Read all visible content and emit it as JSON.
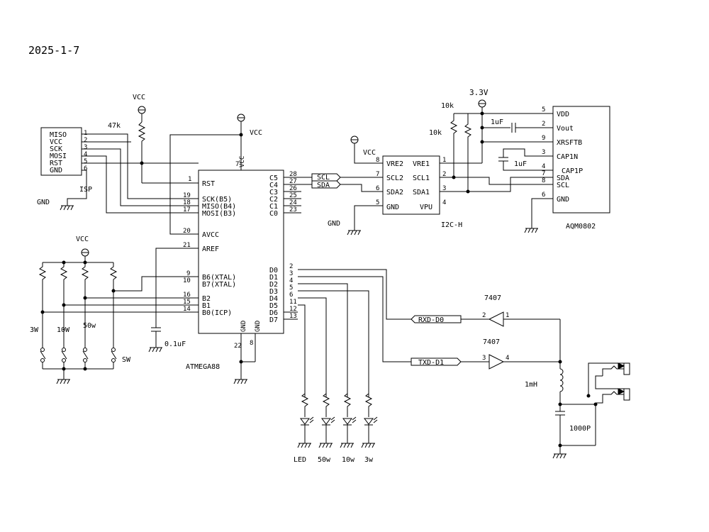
{
  "date": "2025-1-7",
  "isp": {
    "name": "ISP",
    "pins": [
      {
        "label": "MISO",
        "num": "1"
      },
      {
        "label": "VCC",
        "num": "2"
      },
      {
        "label": "SCK",
        "num": "3"
      },
      {
        "label": "MOSI",
        "num": "4"
      },
      {
        "label": "RST",
        "num": "5"
      },
      {
        "label": "GND",
        "num": "6"
      }
    ]
  },
  "mcu": {
    "name": "ATMEGA88",
    "left_pins": [
      {
        "label": "RST",
        "num": "1"
      },
      {
        "label": "SCK(B5)",
        "num": "19"
      },
      {
        "label": "MISO(B4)",
        "num": "18"
      },
      {
        "label": "MOSI(B3)",
        "num": "17"
      },
      {
        "label": "AVCC",
        "num": "20"
      },
      {
        "label": "AREF",
        "num": "21"
      },
      {
        "label": "B6(XTAL)",
        "num": "9"
      },
      {
        "label": "B7(XTAL)",
        "num": "10"
      },
      {
        "label": "B2",
        "num": "16"
      },
      {
        "label": "B1",
        "num": "15"
      },
      {
        "label": "B0(ICP)",
        "num": "14"
      }
    ],
    "right_top_pins": [
      {
        "label": "C5",
        "num": "28"
      },
      {
        "label": "C4",
        "num": "27"
      },
      {
        "label": "C3",
        "num": "26"
      },
      {
        "label": "C2",
        "num": "25"
      },
      {
        "label": "C1",
        "num": "24"
      },
      {
        "label": "C0",
        "num": "23"
      }
    ],
    "right_bottom_pins": [
      {
        "label": "D0",
        "num": "2"
      },
      {
        "label": "D1",
        "num": "3"
      },
      {
        "label": "D2",
        "num": "4"
      },
      {
        "label": "D3",
        "num": "5"
      },
      {
        "label": "D4",
        "num": "6"
      },
      {
        "label": "D5",
        "num": "11"
      },
      {
        "label": "D6",
        "num": "12"
      },
      {
        "label": "D7",
        "num": "13"
      }
    ],
    "vcc_pin": {
      "label": "VCC",
      "num": "7"
    },
    "gnd_pins": [
      {
        "label": "GND",
        "num": "22"
      },
      {
        "label": "GND",
        "num": "8"
      }
    ]
  },
  "i2c": {
    "name": "I2C-H",
    "left_pins": [
      {
        "label": "VRE2",
        "num": "8"
      },
      {
        "label": "SCL2",
        "num": "7"
      },
      {
        "label": "SDA2",
        "num": "6"
      },
      {
        "label": "GND",
        "num": "5"
      }
    ],
    "right_pins": [
      {
        "label": "VRE1",
        "num": "1"
      },
      {
        "label": "SCL1",
        "num": "2"
      },
      {
        "label": "SDA1",
        "num": "3"
      },
      {
        "label": "VPU",
        "num": "4"
      }
    ]
  },
  "lcd": {
    "name": "AQM0802",
    "pins": [
      {
        "label": "VDD",
        "num": "5"
      },
      {
        "label": "Vout",
        "num": "2"
      },
      {
        "label": "XRSFTB",
        "num": "9"
      },
      {
        "label": "CAP1N",
        "num": "3"
      },
      {
        "label": "CAP1P",
        "num": "4"
      },
      {
        "label": "SDA",
        "num": "7"
      },
      {
        "label": "SCL",
        "num": "8"
      },
      {
        "label": "GND",
        "num": "6"
      }
    ]
  },
  "nets": {
    "scl": "SCL",
    "sda": "SDA",
    "rxd": "RXD-D0",
    "txd": "TXD-D1"
  },
  "power": {
    "vcc": "VCC",
    "v33": "3.3V",
    "gnd": "GND"
  },
  "parts": {
    "r_rst": "47k",
    "r_pu1": "10k",
    "r_pu2": "10k",
    "c_vout": "1uF",
    "c_cap": "1uF",
    "c_aref": "0.1uF",
    "buffer1": "7407",
    "buffer2": "7407",
    "inductor": "1mH",
    "c_out": "1000P",
    "switch": "SW"
  },
  "buffer_pins": {
    "b1_in": "1",
    "b1_out": "2",
    "b2_in": "3",
    "b2_out": "4"
  },
  "switch_labels": [
    "3W",
    "10W",
    "50w"
  ],
  "led_labels": [
    "LED",
    "50w",
    "10w",
    "3w"
  ]
}
